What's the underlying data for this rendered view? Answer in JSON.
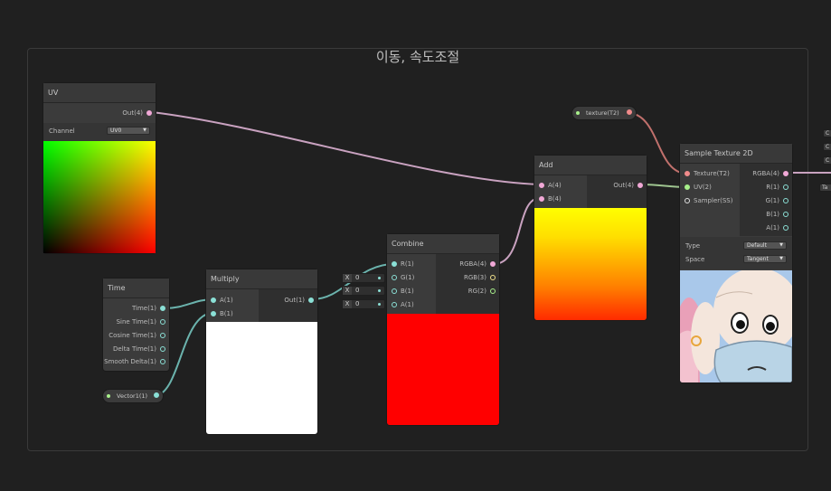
{
  "group": {
    "title": "이동, 속도조절"
  },
  "nodes": {
    "uv": {
      "title": "UV",
      "out": "Out(4)",
      "channel_label": "Channel",
      "channel_value": "UV0"
    },
    "time": {
      "title": "Time",
      "outputs": [
        "Time(1)",
        "Sine Time(1)",
        "Cosine Time(1)",
        "Delta Time(1)",
        "Smooth Delta(1)"
      ]
    },
    "vector1": {
      "label": "Vector1(1)"
    },
    "multiply": {
      "title": "Multiply",
      "inputs": [
        "A(1)",
        "B(1)"
      ],
      "out": "Out(1)"
    },
    "combine": {
      "title": "Combine",
      "inputs": [
        "R(1)",
        "G(1)",
        "B(1)",
        "A(1)"
      ],
      "outputs": [
        "RGBA(4)",
        "RGB(3)",
        "RG(2)"
      ],
      "defaults": [
        "0",
        "0",
        "0"
      ],
      "default_axis": "X"
    },
    "add": {
      "title": "Add",
      "inputs": [
        "A(4)",
        "B(4)"
      ],
      "out": "Out(4)"
    },
    "texture_prop": {
      "label": "texture(T2)"
    },
    "sample": {
      "title": "Sample Texture 2D",
      "inputs": [
        "Texture(T2)",
        "UV(2)",
        "Sampler(SS)"
      ],
      "outputs": [
        "RGBA(4)",
        "R(1)",
        "G(1)",
        "B(1)",
        "A(1)"
      ],
      "type_label": "Type",
      "type_value": "Default",
      "space_label": "Space",
      "space_value": "Tangent"
    }
  },
  "side_tabs": [
    "C",
    "C",
    "C",
    "Ta"
  ],
  "colors": {
    "background": "#202020",
    "wire_vec4": "#c9a2c0",
    "wire_vec1": "#6bb3ad",
    "wire_texture": "#c0706c",
    "wire_vec2": "#9ec48f"
  }
}
